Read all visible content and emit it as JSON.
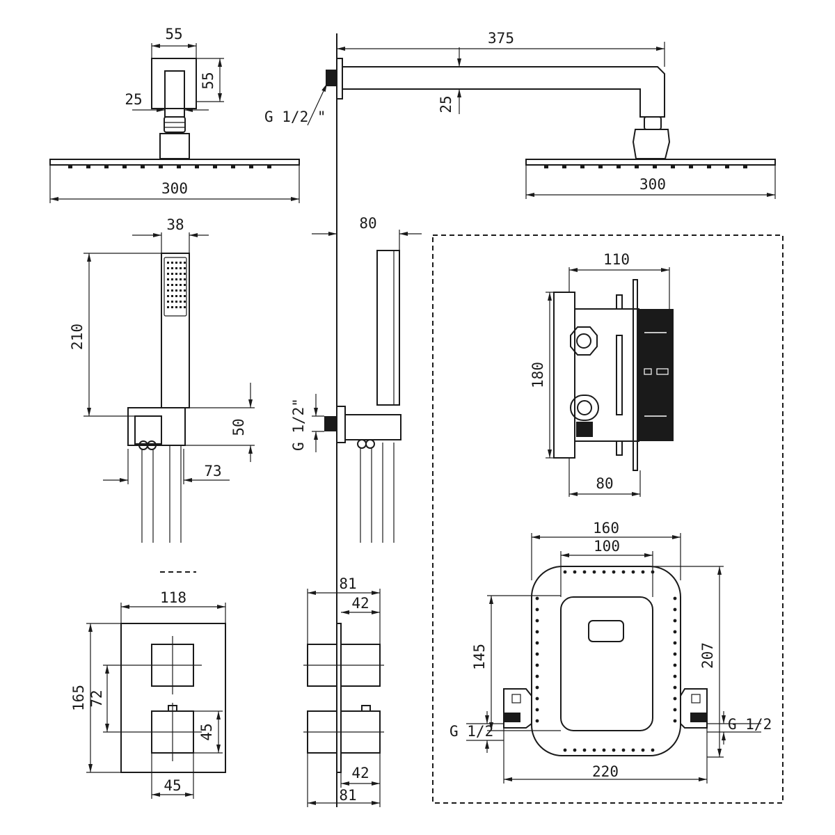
{
  "colors": {
    "line": "#1a1a1a",
    "background": "#ffffff"
  },
  "labels": {
    "head_square_width": "55",
    "head_square_height": "55",
    "arm_offset_left": "25",
    "head_left_width": "300",
    "arm_length": "375",
    "arm_height": "25",
    "thread_top": "G 1/2 \"",
    "head_right_width": "300",
    "handshower_width": "38",
    "handshower_length": "210",
    "holder_height": "50",
    "holder_offset": "73",
    "wall_depth_80": "80",
    "thread_holder": "G 1/2\"",
    "box_width_110": "110",
    "box_height_180": "180",
    "box_depth_80": "80",
    "plate_width": "118",
    "plate_height": "165",
    "knob_distance": "72",
    "knob_size_45v": "45",
    "knob_size_45h": "45",
    "side_81_top": "81",
    "side_42_top": "42",
    "side_42_bottom": "42",
    "side_81_bottom": "81",
    "rough_width_160": "160",
    "rough_width_100": "100",
    "rough_height_145": "145",
    "rough_height_207": "207",
    "rough_width_220": "220",
    "thread_left": "G 1/2",
    "thread_right": "G 1/2"
  }
}
